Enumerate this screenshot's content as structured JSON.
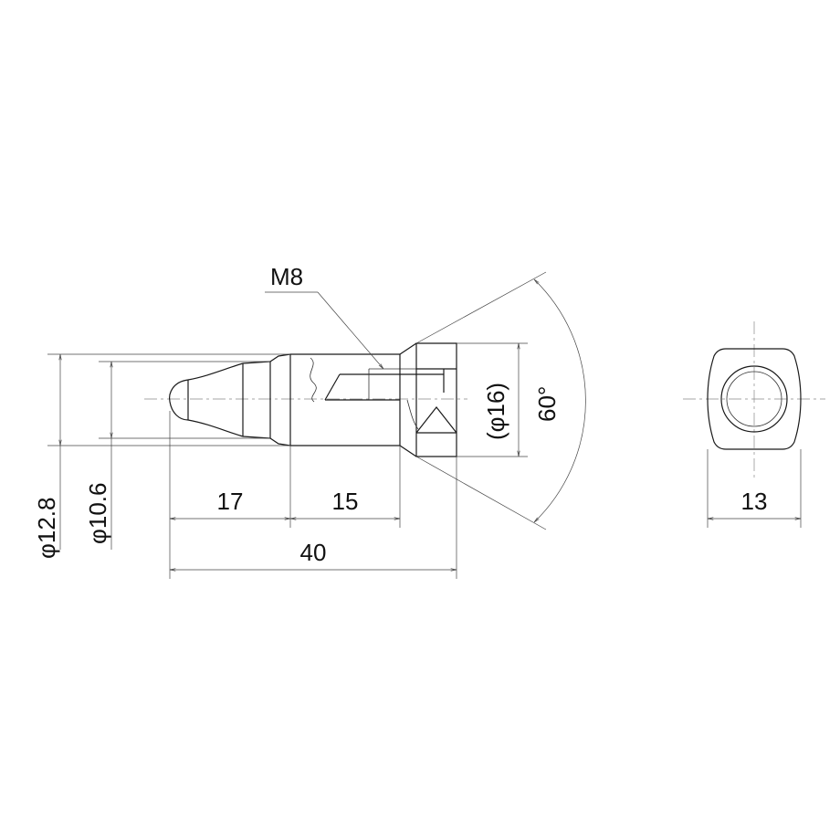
{
  "drawing": {
    "thread_label": "M8",
    "dims": {
      "phi_12_8": "φ12.8",
      "phi_10_6": "φ10.6",
      "len_17": "17",
      "len_15": "15",
      "len_40": "40",
      "phi_16": "(φ16)",
      "angle_60": "60°",
      "width_13": "13"
    }
  }
}
